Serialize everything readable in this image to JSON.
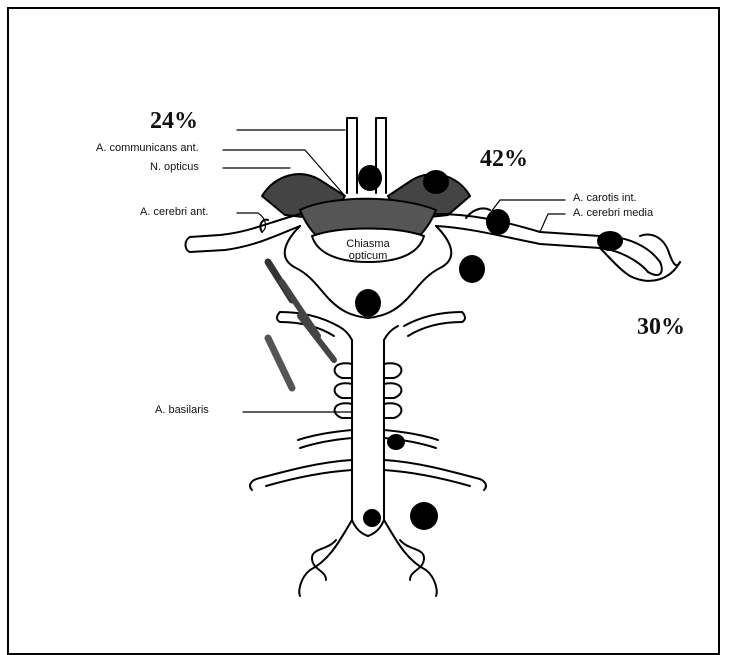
{
  "percentages": {
    "top_left": "24%",
    "top_right": "42%",
    "right": "30%"
  },
  "labels": {
    "communicans": "A. communicans ant.",
    "opticus": "N. opticus",
    "cerebri_ant": "A. cerebri ant.",
    "carotis": "A. carotis int.",
    "cerebri_media": "A. cerebri media",
    "chiasma_line1": "Chiasma",
    "chiasma_line2": "opticum",
    "basilaris": "A. basilaris"
  }
}
